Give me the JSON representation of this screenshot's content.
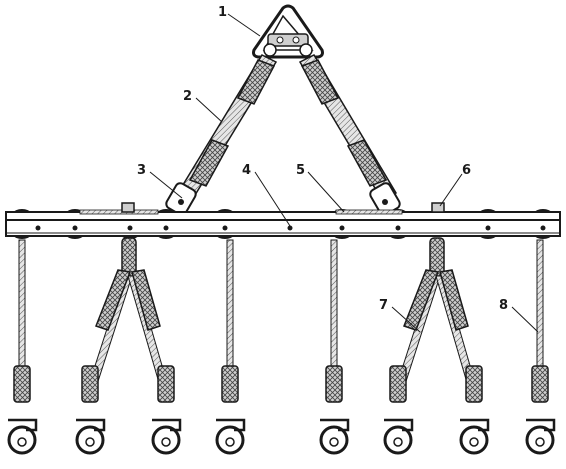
{
  "diagram": {
    "callouts": [
      {
        "id": "c1",
        "label": "1"
      },
      {
        "id": "c2",
        "label": "2"
      },
      {
        "id": "c3",
        "label": "3"
      },
      {
        "id": "c4",
        "label": "4"
      },
      {
        "id": "c5",
        "label": "5"
      },
      {
        "id": "c6",
        "label": "6"
      },
      {
        "id": "c7",
        "label": "7"
      },
      {
        "id": "c8",
        "label": "8"
      }
    ],
    "colors": {
      "line": "#1a1a1a",
      "beam_fill": "#ffffff",
      "sleeve_fill": "#bdbdbd",
      "rope_fill": "#d9d9d9"
    }
  }
}
